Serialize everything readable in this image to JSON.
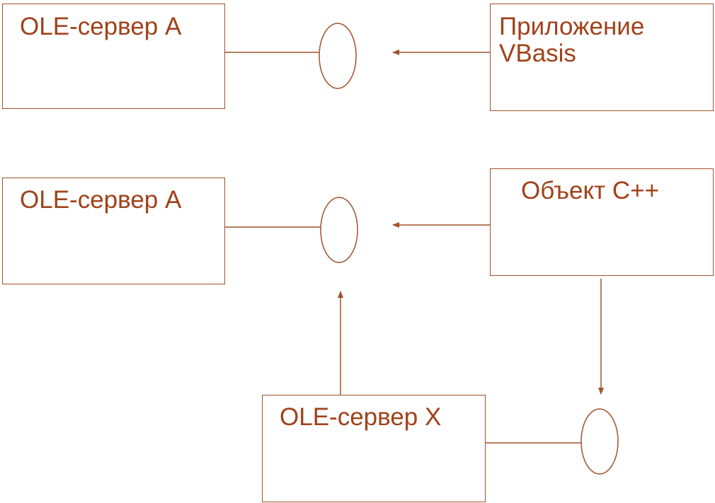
{
  "colors": {
    "stroke": "#a0522d",
    "text": "#a0421a"
  },
  "boxes": {
    "server_a_top": {
      "label": "OLE-сервер A"
    },
    "vbasis_app": {
      "label": "Приложение\nVBasis"
    },
    "server_a_middle": {
      "label": "OLE-сервер A"
    },
    "cpp_object": {
      "label": "Объект C++"
    },
    "server_x": {
      "label": "OLE-сервер X"
    }
  }
}
